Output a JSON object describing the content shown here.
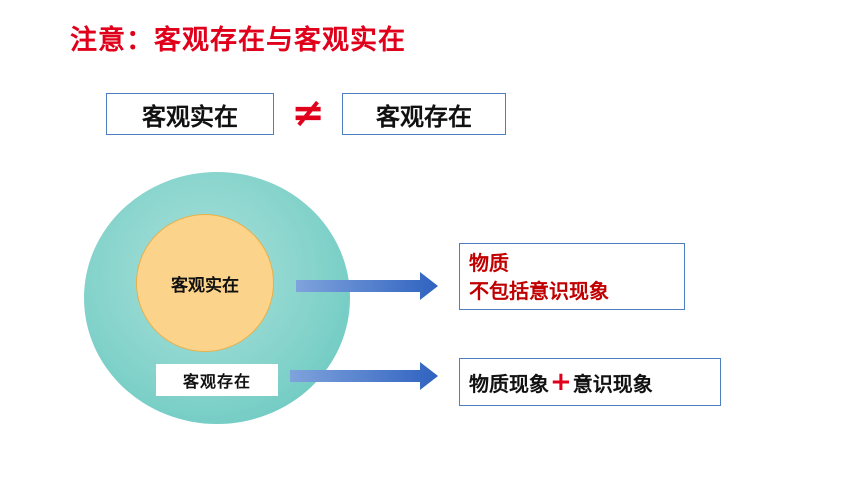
{
  "title": "注意：客观存在与客观实在",
  "comparison": {
    "left": "客观实在",
    "symbol": "≠",
    "right": "客观存在"
  },
  "circles": {
    "inner_label": "客观实在",
    "outer_label": "客观存在"
  },
  "results": {
    "reality_line1": "物质",
    "reality_line2": "不包括意识现象",
    "existence_part1": "物质现象",
    "existence_plus": "+",
    "existence_part2": "意识现象"
  },
  "colors": {
    "accent_red": "#e0001b",
    "box_border": "#4f7ec0",
    "outer_circle": "#84d3cb",
    "inner_circle": "#fcd38a",
    "arrow": "#3b6fc6"
  }
}
